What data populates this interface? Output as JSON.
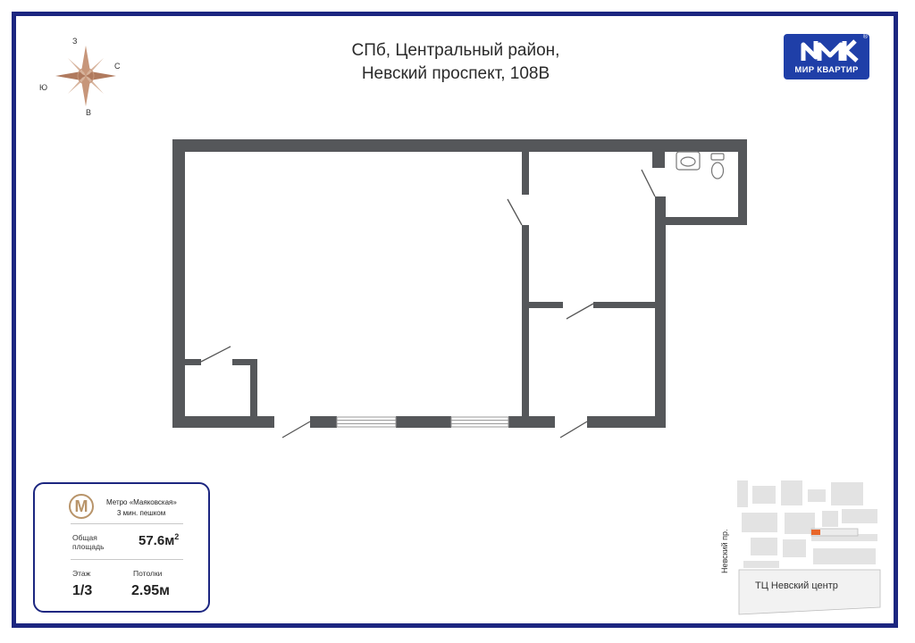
{
  "header": {
    "title_line1": "СПб, Центральный район,",
    "title_line2": "Невский проспект, 108В"
  },
  "logo": {
    "mark": "ИМК",
    "text": "МИР КВАРТИР",
    "registered": "®",
    "color": "#1f3fa8"
  },
  "compass": {
    "north": "З",
    "east": "С",
    "south": "В",
    "west": "Ю",
    "color": "#b88a6a"
  },
  "floor_plan": {
    "wall_color": "#55575a"
  },
  "info": {
    "metro_icon": "М",
    "metro_name": "Метро «Маяковская»",
    "metro_walk": "3 мин. пешком",
    "area_label": "Общая площадь",
    "area_value": "57.6м",
    "area_unit_sup": "2",
    "floor_label": "Этаж",
    "floor_value": "1/3",
    "ceiling_label": "Потолки",
    "ceiling_value": "2.95м",
    "border_color": "#1c2680",
    "metro_color": "#b8946a"
  },
  "location_map": {
    "street_label": "Невский пр.",
    "mall_label": "ТЦ Невский центр",
    "marker_color": "#e8662a"
  }
}
